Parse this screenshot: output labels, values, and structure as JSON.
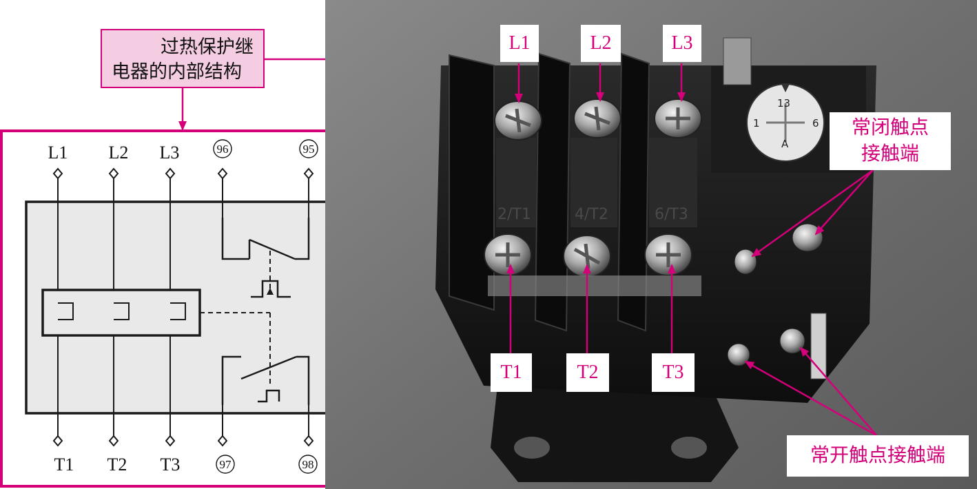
{
  "title": {
    "line1": "过热保护继",
    "line2": "电器的内部结构"
  },
  "diagram": {
    "top_labels": [
      "L1",
      "L2",
      "L3",
      "96",
      "95"
    ],
    "bottom_labels": [
      "T1",
      "T2",
      "T3",
      "97",
      "98"
    ]
  },
  "photo": {
    "top_tags": [
      "L1",
      "L2",
      "L3"
    ],
    "bottom_tags": [
      "T1",
      "T2",
      "T3"
    ],
    "nc_tag": {
      "line1": "常闭触点",
      "line2": "接触端"
    },
    "no_tag": "常开触点接触端",
    "terminal_marks": [
      "2/T1",
      "4/T2",
      "6/T3"
    ],
    "dial_marks": [
      "13",
      "1",
      "6",
      "A"
    ]
  },
  "colors": {
    "accent": "#d4007a",
    "box_fill": "#f5cde3",
    "panel_fill": "#e9e9e9"
  }
}
